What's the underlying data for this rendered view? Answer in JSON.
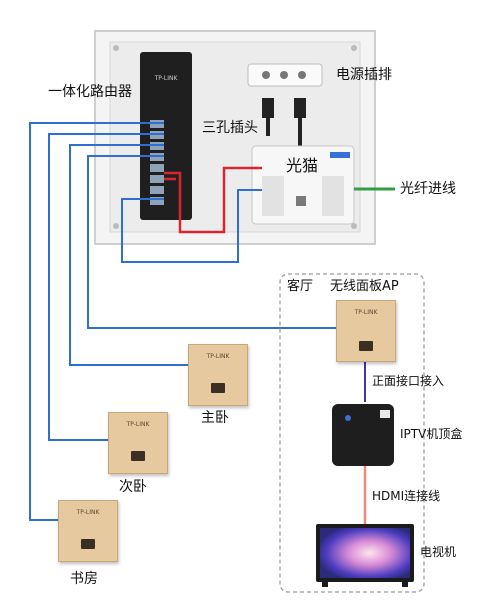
{
  "labels": {
    "router": "一体化路由器",
    "power_strip": "电源插排",
    "three_pin_plug": "三孔插头",
    "optical_modem": "光猫",
    "fiber_in": "光纤进线",
    "living_room": "客厅",
    "wireless_ap": "无线面板AP",
    "front_port": "正面接口接入",
    "iptv_box": "IPTV机顶盒",
    "hdmi_cable": "HDMI连接线",
    "tv": "电视机",
    "master_bedroom": "主卧",
    "second_bedroom": "次卧",
    "study": "书房"
  },
  "brand": {
    "router": "TP-LINK",
    "panel": "TP-LINK"
  },
  "colors": {
    "cable_blue": "#2f6fd1",
    "cable_red": "#d9262c",
    "fiber_green": "#2f9e44",
    "panel_gold": "#e7c9a0",
    "hdmi_salmon": "#e88c78"
  }
}
